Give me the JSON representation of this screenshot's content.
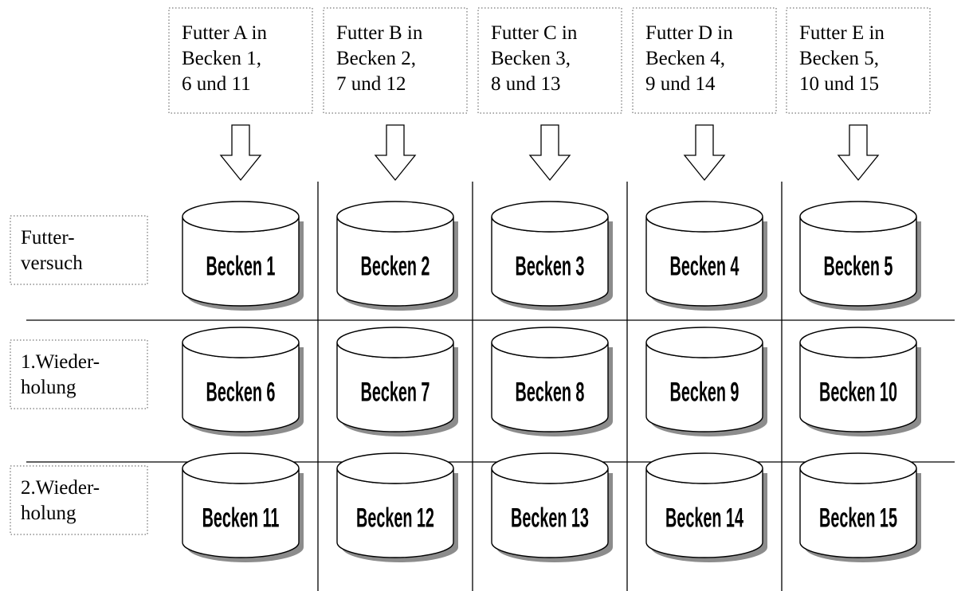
{
  "feeds": [
    {
      "lines": [
        "Futter A in",
        "Becken 1,",
        "6 und 11"
      ]
    },
    {
      "lines": [
        "Futter B in",
        "Becken 2,",
        "7 und 12"
      ]
    },
    {
      "lines": [
        "Futter C in",
        "Becken 3,",
        "8 und 13"
      ]
    },
    {
      "lines": [
        "Futter D in",
        "Becken 4,",
        "9 und 14"
      ]
    },
    {
      "lines": [
        "Futter E in",
        "Becken 5,",
        "10 und 15"
      ]
    }
  ],
  "rows": [
    {
      "lines": [
        "Futter-",
        "versuch"
      ]
    },
    {
      "lines": [
        "1.Wieder-",
        "holung"
      ]
    },
    {
      "lines": [
        "2.Wieder-",
        "holung"
      ]
    }
  ],
  "tanks": [
    [
      "Becken 1",
      "Becken 2",
      "Becken 3",
      "Becken 4",
      "Becken 5"
    ],
    [
      "Becken 6",
      "Becken 7",
      "Becken 8",
      "Becken 9",
      "Becken 10"
    ],
    [
      "Becken 11",
      "Becken 12",
      "Becken 13",
      "Becken 14",
      "Becken 15"
    ]
  ],
  "colors": {
    "line": "#000000",
    "shadow": "#8c8c8c",
    "fill": "#ffffff",
    "dotted_border": "#555555"
  }
}
